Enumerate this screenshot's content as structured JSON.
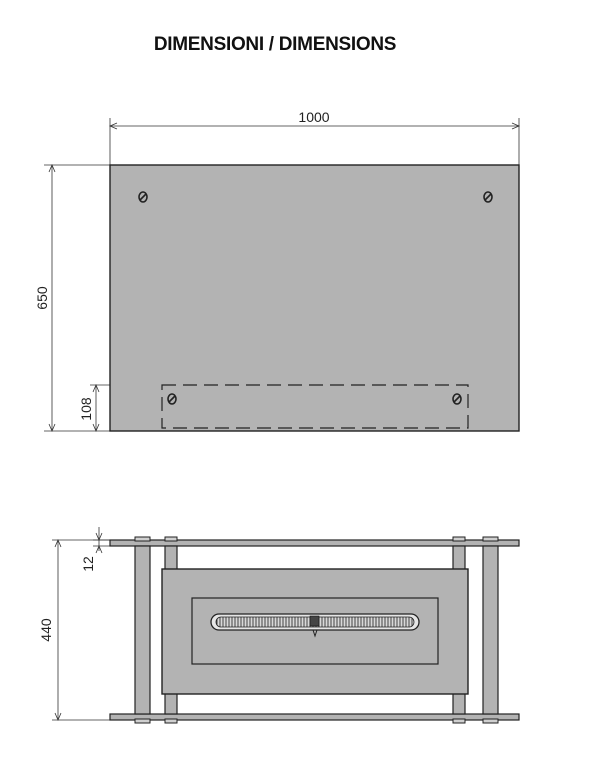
{
  "title": "DIMENSIONI / DIMENSIONS",
  "front_view": {
    "width_label": "1000",
    "height_label": "650",
    "bracket_height_label": "108"
  },
  "top_view": {
    "depth_label": "440",
    "thickness_label": "12"
  },
  "colors": {
    "panel_fill": "#b3b3b3",
    "line": "#222222",
    "dim_line": "#333333"
  }
}
